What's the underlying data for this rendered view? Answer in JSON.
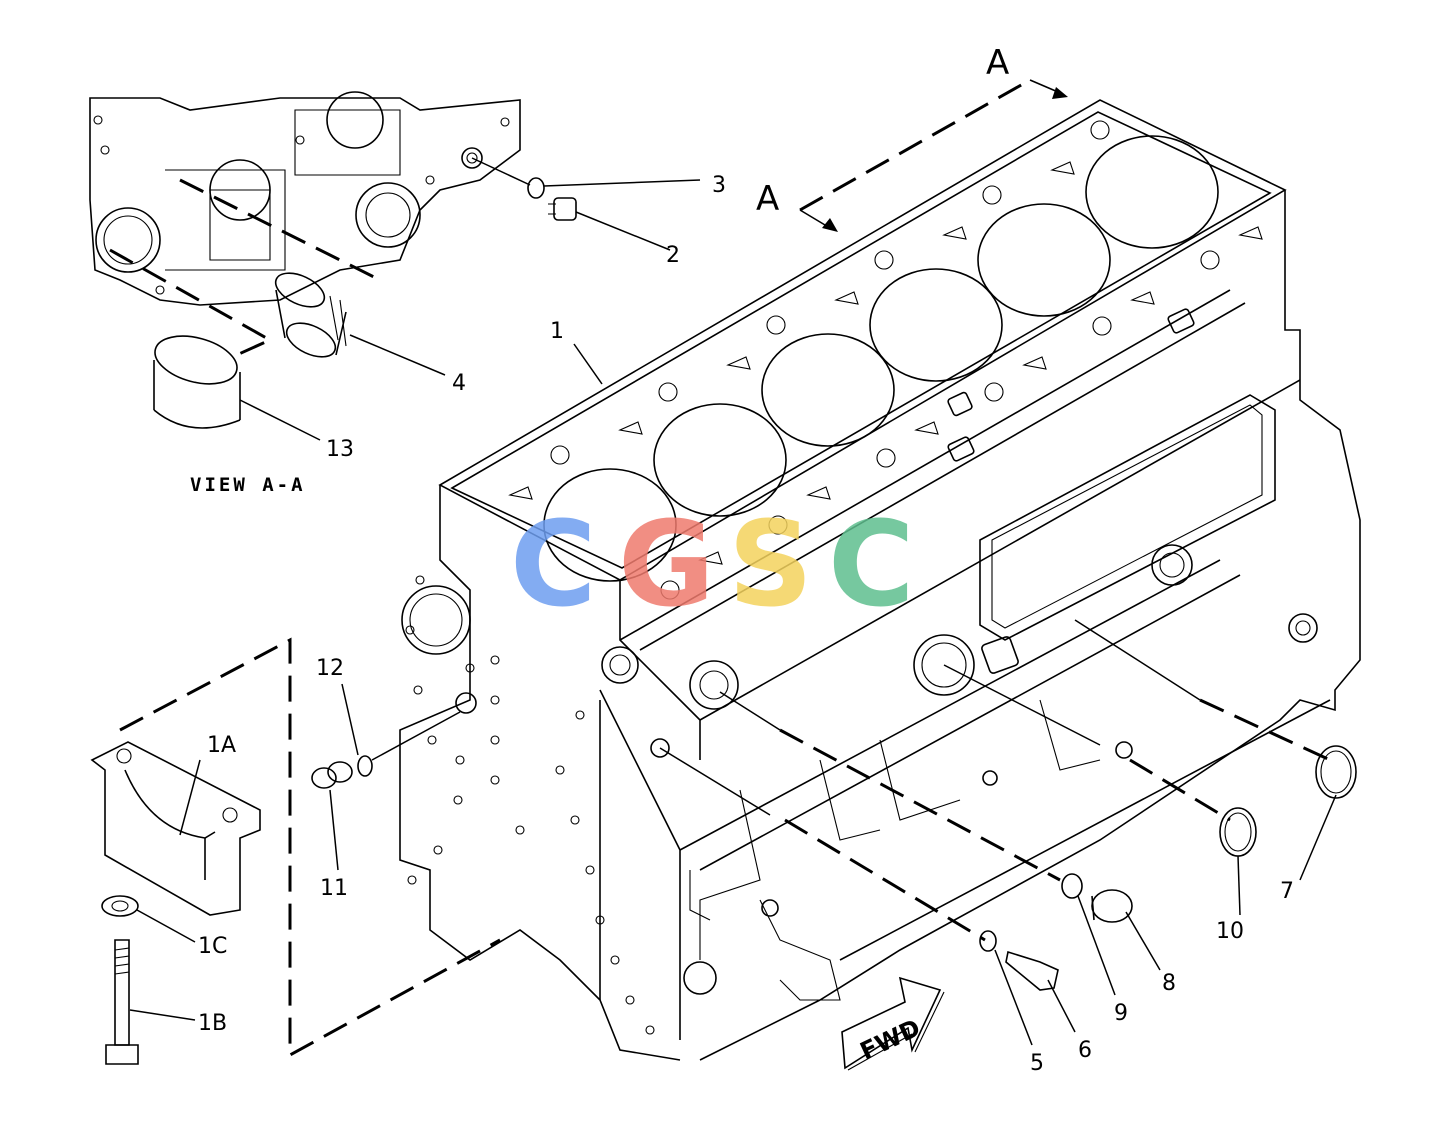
{
  "view": {
    "title": "VIEW A-A"
  },
  "section_marks": [
    "A",
    "A"
  ],
  "forward_arrow": "FWD",
  "part_callouts": [
    "1",
    "1A",
    "1B",
    "1C",
    "2",
    "3",
    "4",
    "5",
    "6",
    "7",
    "8",
    "9",
    "10",
    "11",
    "12",
    "13"
  ],
  "watermark": {
    "letters": [
      "C",
      "G",
      "S",
      "C"
    ],
    "colors": [
      "#6e9ef0",
      "#ef7b6e",
      "#f4d35e",
      "#5fbf8f"
    ]
  }
}
